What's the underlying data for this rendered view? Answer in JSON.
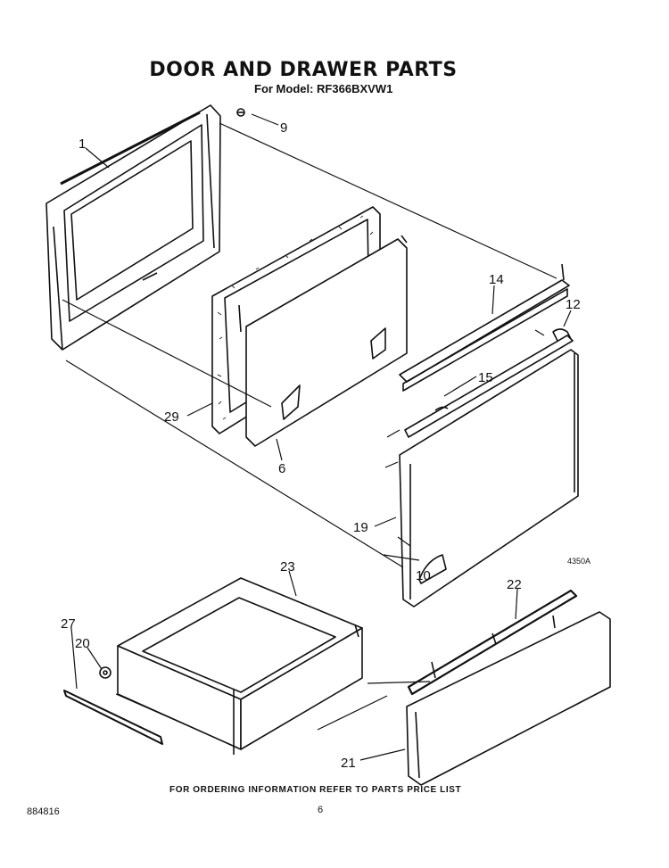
{
  "header": {
    "title": "DOOR AND DRAWER PARTS",
    "subtitle": "For Model: RF366BXVW1"
  },
  "figure_code": "4350A",
  "callouts": [
    {
      "id": "1",
      "label": "1"
    },
    {
      "id": "9",
      "label": "9"
    },
    {
      "id": "14",
      "label": "14"
    },
    {
      "id": "12",
      "label": "12"
    },
    {
      "id": "15",
      "label": "15"
    },
    {
      "id": "29",
      "label": "29"
    },
    {
      "id": "6",
      "label": "6"
    },
    {
      "id": "19",
      "label": "19"
    },
    {
      "id": "10",
      "label": "10"
    },
    {
      "id": "23",
      "label": "23"
    },
    {
      "id": "22",
      "label": "22"
    },
    {
      "id": "27",
      "label": "27"
    },
    {
      "id": "20",
      "label": "20"
    },
    {
      "id": "21",
      "label": "21"
    }
  ],
  "footer": {
    "note": "FOR ORDERING INFORMATION REFER TO PARTS PRICE LIST",
    "doc_number": "884816",
    "page": "6"
  }
}
